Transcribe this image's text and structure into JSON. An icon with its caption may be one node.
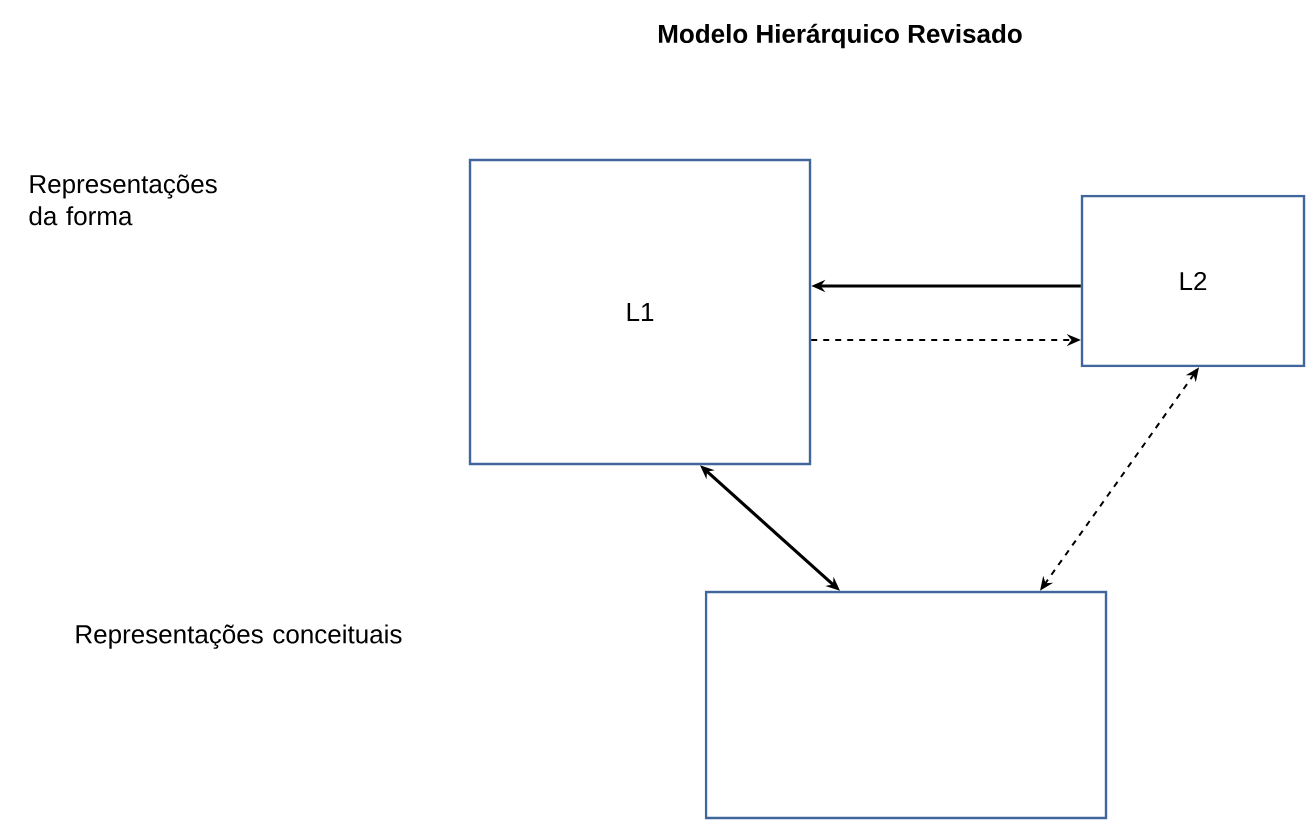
{
  "diagram": {
    "title": "Modelo Hierárquico Revisado",
    "nodes": [
      {
        "text": [
          "L1"
        ]
      },
      {
        "text": [
          "L2"
        ]
      },
      {
        "text": [],
        "shape": "box"
      }
    ],
    "edges": [
      {
        "from": 1,
        "to": 0,
        "arrow": "to"
      },
      {
        "from": 0,
        "to": 1,
        "arrow": "to",
        "style": "dashed"
      },
      {
        "from": 0,
        "to": 2,
        "arrow": "both"
      },
      {
        "from": 1,
        "to": 2,
        "arrow": "both",
        "style": "dashed"
      }
    ],
    "labels": [
      "Representações da forma",
      "Representações conceituais"
    ]
  }
}
